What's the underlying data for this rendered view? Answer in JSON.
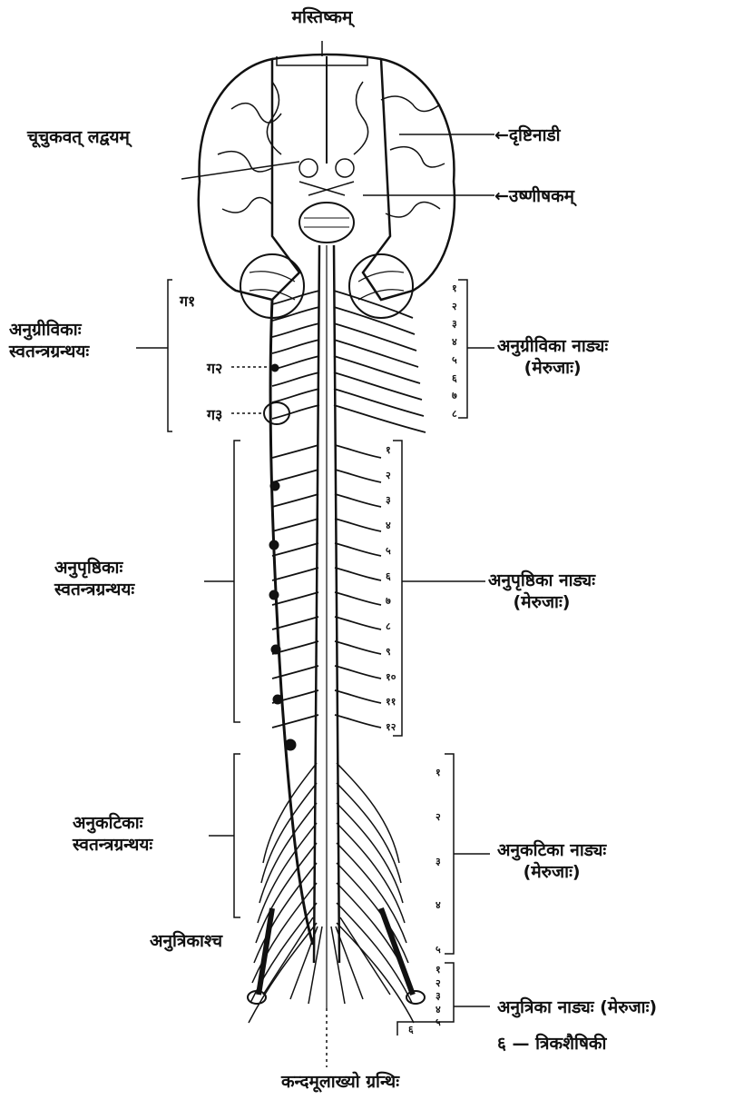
{
  "title_top": "मस्तिष्कम्",
  "title_bottom": "कन्दमूलाख्यो ग्रन्थिः",
  "left_labels": {
    "chuchuka": "चूचुकवत् लद्वयम्",
    "cervical_ganglia": [
      "अनुग्रीविकाः",
      "स्वतन्त्रग्रन्थयः"
    ],
    "thoracic_ganglia": [
      "अनुपृष्ठिकाः",
      "स्वतन्त्रग्रन्थयः"
    ],
    "lumbar_ganglia": [
      "अनुकटिकाः",
      "स्वतन्त्रग्रन्थयः"
    ],
    "sacral_plexus": "अनुत्रिकाश्च"
  },
  "ganglia_marks": [
    "ग१",
    "ग२",
    "ग३"
  ],
  "right_labels": {
    "optic_nerve": "←दृष्टिनाडी",
    "pons": "←उष्णीषकम्",
    "cervical_nerves": [
      "अनुग्रीविका नाड्यः",
      "(मेरुजाः)"
    ],
    "thoracic_nerves": [
      "अनुपृष्ठिका नाड्यः",
      "(मेरुजाः)"
    ],
    "lumbar_nerves": [
      "अनुकटिका नाड्यः",
      "(मेरुजाः)"
    ],
    "sacral_nerves": "अनुत्रिका नाड्यः (मेरुजाः)",
    "coccygeal": "६ — त्रिकशैषिकी"
  },
  "numbers": {
    "cervical": [
      "१",
      "२",
      "३",
      "४",
      "५",
      "६",
      "७",
      "८"
    ],
    "thoracic": [
      "१",
      "२",
      "३",
      "४",
      "५",
      "६",
      "७",
      "८",
      "९",
      "१०",
      "११",
      "१२"
    ],
    "lumbar": [
      "१",
      "२",
      "३",
      "४",
      "५"
    ],
    "sacral": [
      "१",
      "२",
      "३",
      "४",
      "५"
    ],
    "coccygeal": "६"
  }
}
